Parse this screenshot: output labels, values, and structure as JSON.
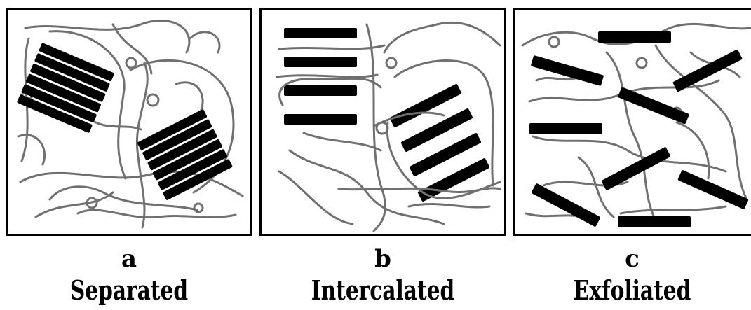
{
  "panels": [
    {
      "id": "a",
      "letter": "a",
      "name": "Separated"
    },
    {
      "id": "b",
      "letter": "b",
      "name": "Intercalated"
    },
    {
      "id": "c",
      "letter": "c",
      "name": "Exfoliated"
    }
  ],
  "colors": {
    "platelet": "#000000",
    "polymer_chain": "#707070",
    "frame": "#000000"
  }
}
